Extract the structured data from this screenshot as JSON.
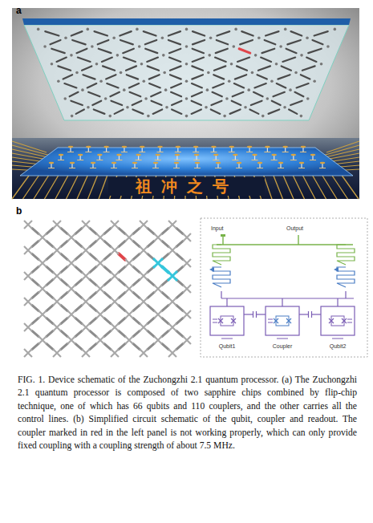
{
  "diagram": {
    "caption": "FIG. 1. Device schematic of the Zuchongzhi 2.1 quantum processor. (a) The Zuchongzhi 2.1 quantum processor is composed of two sapphire chips combined by flip-chip technique, one of which has 66 qubits and 110 couplers, and the other carries all the control lines. (b) Simplified circuit schematic of the qubit, coupler and readout. The coupler marked in red in the left panel is not working properly, which can only provide fixed coupling with a coupling strength of about 7.5 MHz.",
    "labels": [
      "a",
      "祖冲之号",
      "b",
      "Input",
      "Output",
      "Qubit1",
      "Coupler",
      "Qubit2"
    ]
  }
}
